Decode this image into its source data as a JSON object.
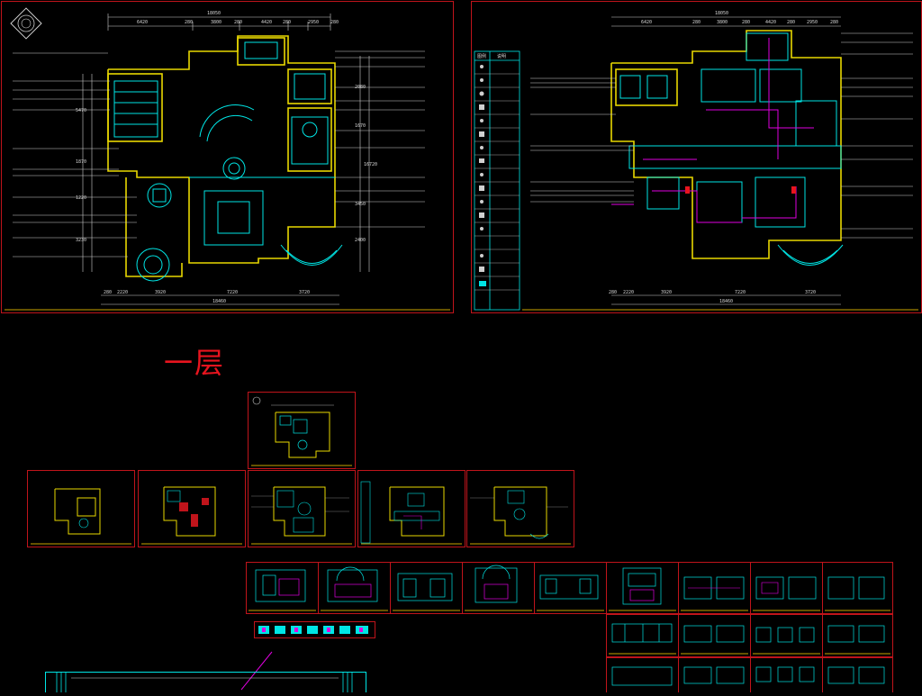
{
  "canvas": {
    "background": "#000000"
  },
  "colors": {
    "sheet_border": "#c0141b",
    "wall_yellow": "#e8d800",
    "wall_cyan": "#00e5e5",
    "wire_magenta": "#e000e0",
    "dim_white": "#cfcfcf",
    "label_red": "#e8141e"
  },
  "section": {
    "label": "一层"
  },
  "sheet1": {
    "dims_top": [
      "18050",
      "6420",
      "280",
      "3800",
      "280",
      "4420",
      "280",
      "2950",
      "280"
    ],
    "dims_bottom": [
      "280",
      "2220",
      "3920",
      "7220",
      "3720"
    ],
    "dims_bottom_total": "18460",
    "dims_left": [
      "5470",
      "1870",
      "1220",
      "3230"
    ],
    "dims_right": [
      "2080",
      "1670",
      "3450",
      "2400"
    ],
    "dims_right_total": "16720"
  },
  "sheet2": {
    "dims_top": [
      "18050",
      "6420",
      "280",
      "3800",
      "280",
      "4420",
      "280",
      "2950",
      "280"
    ],
    "dims_bottom": [
      "280",
      "2220",
      "3920",
      "7220",
      "3720"
    ],
    "dims_bottom_total": "18460",
    "legend_headers": [
      "图例",
      "说明"
    ]
  }
}
